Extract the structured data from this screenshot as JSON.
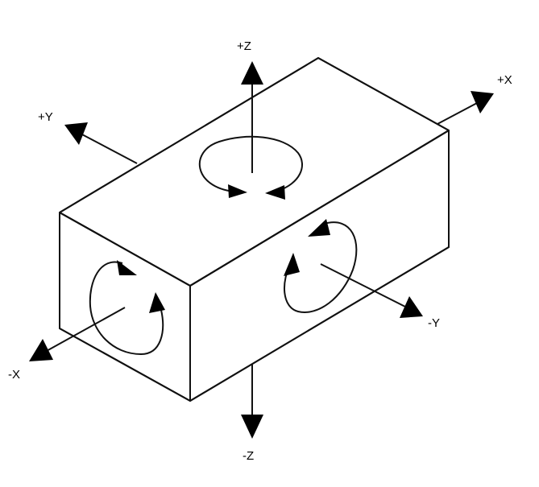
{
  "axes": {
    "pos_z": "+Z",
    "pos_x": "+X",
    "pos_y": "+Y",
    "neg_x": "-X",
    "neg_y": "-Y",
    "neg_z": "-Z"
  },
  "colors": {
    "stroke": "#111111",
    "background": "#ffffff"
  }
}
